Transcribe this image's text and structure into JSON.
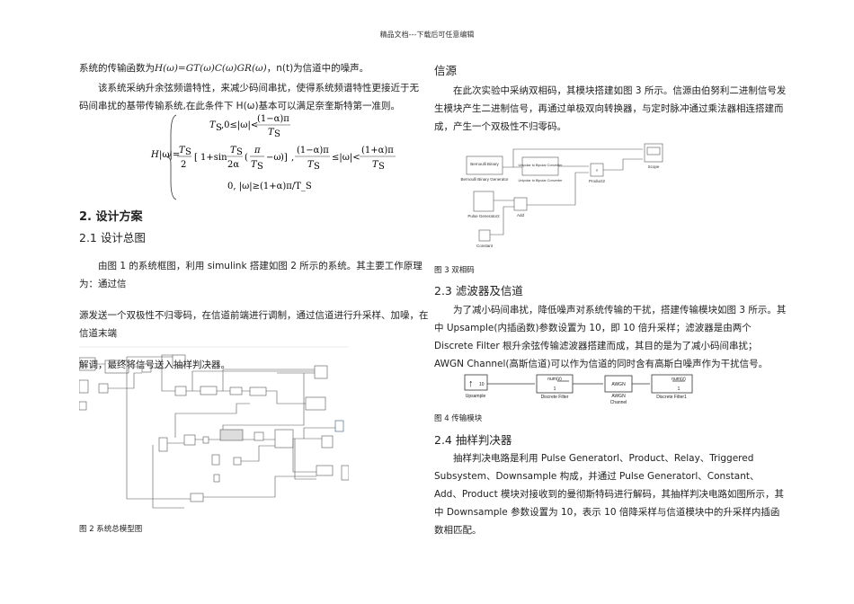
{
  "header": "精品文档---下载后可任意编辑",
  "left": {
    "line1_prefix": "系统的传输函数为",
    "line1_formula": "H(ω)=GT(ω)C(ω)GR(ω)",
    "line1_suffix": "，n(t)为信道中的噪声。",
    "para1": "该系统采纳升余弦频谱特性，来减少码间串扰，使得系统频谱特性更接近于无码间串扰的基带传输系统,在此条件下 H(ω)基本可以满足奈奎斯特第一准则。",
    "formula": {
      "lhs": "H(ω)=",
      "case1": "T_S, 0≤|ω|<(1−α)π/T_S",
      "case2": "T_S/2 [1+sin T_S/2α (π/T_S − ω)], (1−α)π/T_S ≤|ω|<(1+α)π/T_S",
      "case3": "0, |ω|≥(1+α)π/T_S"
    },
    "section2": "2. 设计方案",
    "section21": "2.1 设计总图",
    "para2_lines": [
      "由图 1 的系统框图，利用 simulink 搭建如图 2 所示的系统。其主要工作原理为：通过信",
      "源发送一个双极性不归零码，在信道前端进行调制，通过信道进行升采样、加噪，在信道末端",
      "解调，最终将信号送入抽样判决器。"
    ],
    "fig2_caption": "图 2 系统总模型图"
  },
  "right": {
    "source_title": "信源",
    "source_para": "在此次实验中采纳双相码，其模块搭建如图 3 所示。信源由伯努利二进制信号发生模块产生二进制信号，再通过单极双向转换器，与定时脉冲通过乘法器相连搭建而成，产生一个双极性不归零码。",
    "fig3": {
      "blocks": [
        "Bernoulli Binary",
        "Bernoulli Binary Generator",
        "Unipolar to Bipolar Converter",
        "Unipolar to Bipolar Converter",
        "Product2",
        "Scope",
        "Pulse Generator2",
        "Add",
        "Constant"
      ],
      "caption": "图 3 双相码"
    },
    "section23": "2.3 滤波器及信道",
    "filter_para": "为了减小码间串扰，降低噪声对系统传输的干扰，搭建传输模块如图 3 所示。其中 Upsample(内插函数)参数设置为 10，即 10 倍升采样；滤波器是由两个 Discrete Filter 根升余弦传输滤波器搭建而成，其目的是为了减小码间串扰；AWGN Channel(高斯信道)可以作为信道的同时含有高斯白噪声作为干扰信号。",
    "fig4": {
      "upsample_value": "10",
      "upsample_label": "Upsample",
      "filter_num": "num(z)",
      "filter_den": "1",
      "filter_label": "Discrete Filter",
      "awgn_text": "AWGN",
      "awgn_label1": "AWGN",
      "awgn_label2": "Channel",
      "filter1_label": "Discrete Filter1",
      "caption": "图 4 传输模块"
    },
    "section24": "2.4 抽样判决器",
    "decision_para": "抽样判决电路是利用 Pulse Generatorl、Product、Relay、Triggered Subsystem、Downsample 构成，并通过 Pulse Generatorl、Constant、Add、Product 模块对接收到的曼彻斯特码进行解码，其抽样判决电路如图所示，其中 Downsample 参数设置为 10，表示 10 倍降采样与信道模块中的升采样内插函数相匹配。"
  }
}
